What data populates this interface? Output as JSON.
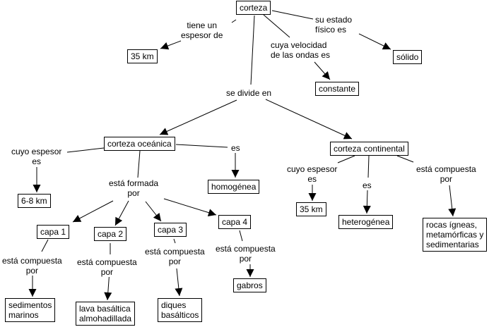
{
  "concepts": {
    "root": "corteza",
    "thickness": "35 km",
    "state": "sólido",
    "speed": "constante",
    "oceanic": "corteza oceánica",
    "continental": "corteza continental",
    "oc_thickness": "6-8 km",
    "oc_homog": "homogénea",
    "capa1": "capa 1",
    "capa2": "capa 2",
    "capa3": "capa 3",
    "capa4": "capa 4",
    "c1_comp": [
      "sedimentos",
      "marinos"
    ],
    "c2_comp": [
      "lava basáltica",
      "almohadillada"
    ],
    "c3_comp": [
      "diques",
      "basálticos"
    ],
    "c4_comp": "gabros",
    "ct_thickness": "35 km",
    "ct_hetero": "heterogénea",
    "ct_comp": [
      "rocas ígneas,",
      "metamórficas y",
      "sedimentarias"
    ]
  },
  "links": {
    "tiene_espesor": [
      "tiene un",
      "espesor de"
    ],
    "estado": [
      "su estado",
      "físico es"
    ],
    "velocidad": [
      "cuya velocidad",
      "de las ondas es"
    ],
    "divide": "se divide en",
    "oc_espesor": [
      "cuyo espesor",
      "es"
    ],
    "oc_es": "es",
    "oc_formada": [
      "está formada",
      "por"
    ],
    "c1_link": [
      "está compuesta",
      "por"
    ],
    "c2_link": [
      "está compuesta",
      "por"
    ],
    "c3_link": [
      "está compuesta",
      "por"
    ],
    "c4_link": [
      "está compuesta",
      "por"
    ],
    "ct_espesor": [
      "cuyo espesor",
      "es"
    ],
    "ct_es": "es",
    "ct_comp": [
      "está compuesta",
      "por"
    ]
  }
}
